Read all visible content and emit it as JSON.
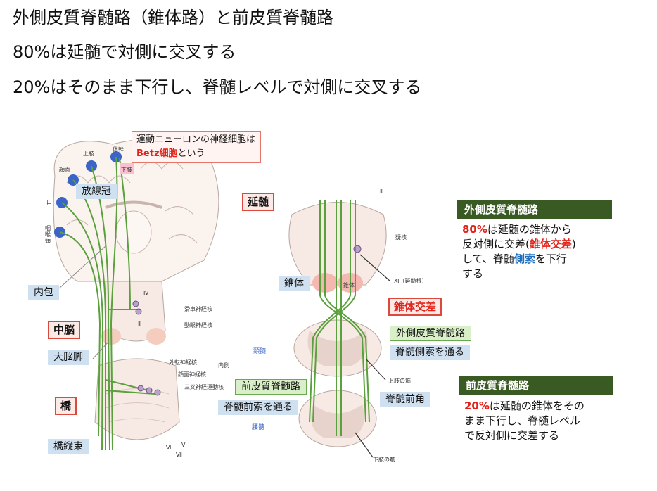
{
  "headings": [
    "外側皮質脊髄路（錐体路）と前皮質脊髄路",
    "80%は延髄で対側に交叉する",
    "20%はそのまま下行し、脊髄レベルで対側に交叉する"
  ],
  "note": {
    "prefix": "運動ニューロンの神経細胞は",
    "highlight": "Betz細胞",
    "suffix": "という"
  },
  "blue_labels": {
    "corona": "放線冠",
    "internal_capsule": "内包",
    "cerebral_peduncle": "大脳脚",
    "pontine_bundle": "橋縦束",
    "pyramid": "錐体",
    "lateral_funiculus": "脊髄側索を通る",
    "anterior_funiculus": "脊髄前索を通る",
    "anterior_horn": "脊髄前角"
  },
  "red_labels": {
    "medulla": "延髄",
    "midbrain": "中脳",
    "pons": "橋",
    "decussation": "錐体交差"
  },
  "green_labels": {
    "lateral_tract": "外側皮質脊髄路",
    "anterior_tract": "前皮質脊髄路"
  },
  "small_labels": {
    "trunk": "体幹",
    "upper_limb": "上肢",
    "lower_limb": "下肢",
    "face": "顔面",
    "mouth": "口",
    "throat": "咽喉頭",
    "trochlear_nucleus": "滑車神経核",
    "oculomotor_nucleus": "動眼神経核",
    "roman_iv": "Ⅳ",
    "roman_iii": "Ⅲ",
    "abducens_nucleus": "外転神経核",
    "facial_nucleus": "顔面神経核",
    "trigeminal_motor_nucleus": "三叉神経運動核",
    "roman_v": "Ⅴ",
    "roman_vii": "Ⅶ",
    "roman_vi": "Ⅵ",
    "medial_lemniscus_cap": "内側",
    "nucleus_ambiguus": "疑核",
    "accessory": "Ⅺ（延髄根）",
    "roman_ii": "Ⅱ",
    "pyramid_inner": "錐体",
    "cervical": "頸髄",
    "lumbar": "腰髄",
    "upper_muscle": "上肢の筋",
    "lower_muscle": "下肢の筋"
  },
  "lateral_box": {
    "title": "外側皮質脊髄路",
    "pct": "80%",
    "t1": "は延髄の錐体から",
    "t2": "反対側に交差(",
    "t3": "錐体交差",
    "t4": ")",
    "t5": "して、脊髄",
    "t6": "側索",
    "t7": "を下行",
    "t8": "する"
  },
  "anterior_box": {
    "title": "前皮質脊髄路",
    "pct": "20%",
    "t1": "は延髄の錐体をその",
    "t2": "まま下行し、脊髄レベル",
    "t3": "で反対側に交差する"
  },
  "colors": {
    "tract": "#5aa03c",
    "neuron": "#3a64c8",
    "tissue": "#f4cdbf",
    "gray": "#d8c5c0"
  }
}
